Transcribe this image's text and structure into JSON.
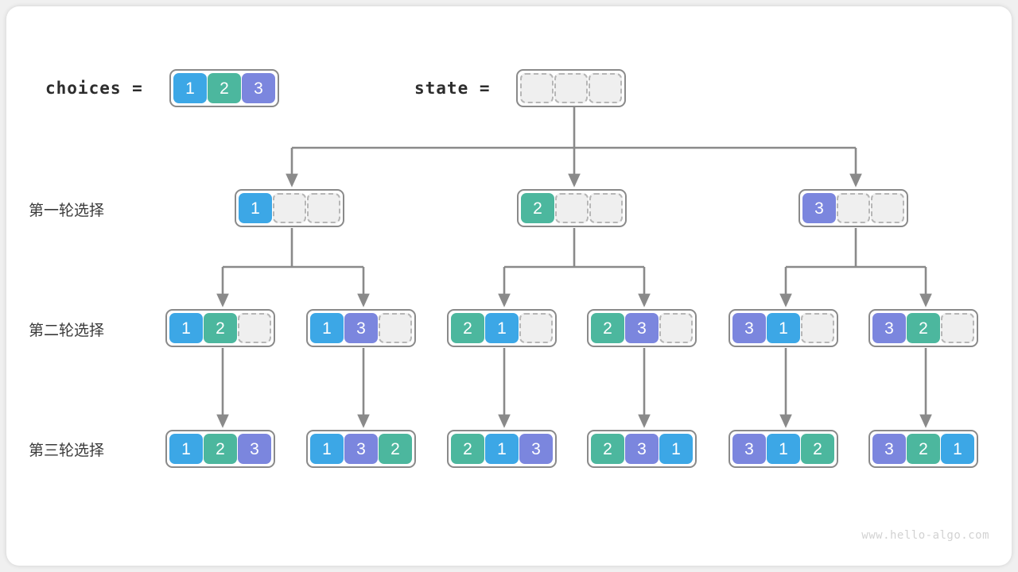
{
  "header": {
    "choices_label": "choices =",
    "choices_values": [
      "1",
      "2",
      "3"
    ],
    "state_label": "state =",
    "state_values": [
      "",
      "",
      ""
    ]
  },
  "rows": [
    {
      "label": "第一轮选择"
    },
    {
      "label": "第二轮选择"
    },
    {
      "label": "第三轮选择"
    }
  ],
  "level1": [
    {
      "values": [
        "1",
        "",
        ""
      ]
    },
    {
      "values": [
        "2",
        "",
        ""
      ]
    },
    {
      "values": [
        "3",
        "",
        ""
      ]
    }
  ],
  "level2": [
    {
      "values": [
        "1",
        "2",
        ""
      ]
    },
    {
      "values": [
        "1",
        "3",
        ""
      ]
    },
    {
      "values": [
        "2",
        "1",
        ""
      ]
    },
    {
      "values": [
        "2",
        "3",
        ""
      ]
    },
    {
      "values": [
        "3",
        "1",
        ""
      ]
    },
    {
      "values": [
        "3",
        "2",
        ""
      ]
    }
  ],
  "level3": [
    {
      "values": [
        "1",
        "2",
        "3"
      ]
    },
    {
      "values": [
        "1",
        "3",
        "2"
      ]
    },
    {
      "values": [
        "2",
        "1",
        "3"
      ]
    },
    {
      "values": [
        "2",
        "3",
        "1"
      ]
    },
    {
      "values": [
        "3",
        "1",
        "2"
      ]
    },
    {
      "values": [
        "3",
        "2",
        "1"
      ]
    }
  ],
  "watermark": "www.hello-algo.com",
  "colors": {
    "value_1": "#3ca7e6",
    "value_2": "#4cb79e",
    "value_3": "#7b86de",
    "empty_cell": "#efefef",
    "node_border": "#8a8a8a",
    "connector": "#8a8a8a",
    "card_background": "#ffffff",
    "page_background": "#f0f0f0"
  }
}
